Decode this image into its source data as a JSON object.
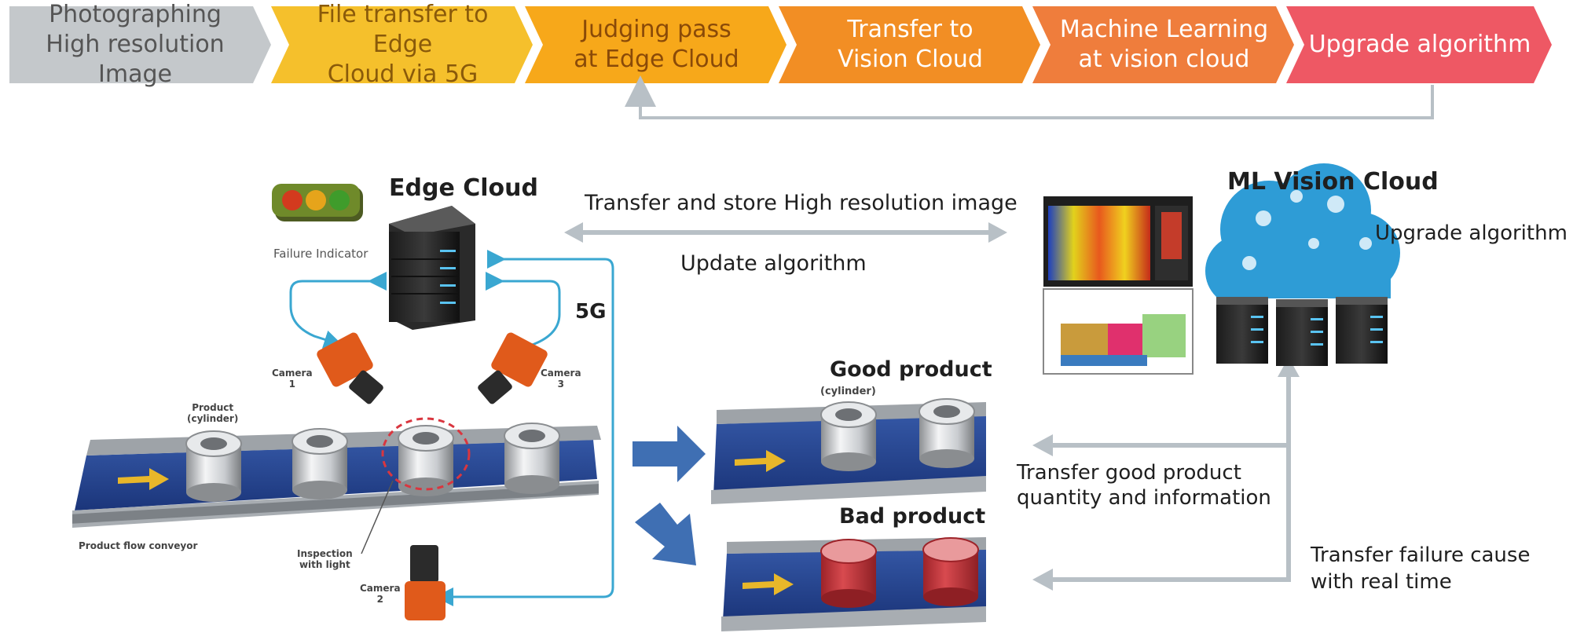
{
  "process_steps": [
    {
      "label": "Photographing\nHigh resolution Image",
      "color": "#c4c8cb",
      "text_color": "#555555"
    },
    {
      "label": "File transfer to Edge\nCloud via 5G",
      "color": "#f5c02c",
      "text_color": "#8a5a0a"
    },
    {
      "label": "Judging pass\nat Edge Cloud",
      "color": "#f7a81a",
      "text_color": "#8a4a08"
    },
    {
      "label": "Transfer to\nVision Cloud",
      "color": "#f28e24",
      "text_color": "#ffffff"
    },
    {
      "label": "Machine Learning\nat vision cloud",
      "color": "#ef7d3c",
      "text_color": "#ffffff"
    },
    {
      "label": "Upgrade algorithm",
      "color": "#ee5864",
      "text_color": "#ffffff"
    }
  ],
  "edge": {
    "title": "Edge Cloud",
    "failure_indicator": "Failure Indicator",
    "network_label": "5G",
    "camera_1": "Camera\n1",
    "camera_2": "Camera\n2",
    "camera_3": "Camera\n3",
    "product_label": "Product\n(cylinder)",
    "conveyor_label": "Product flow conveyor",
    "inspection_label": "Inspection\nwith light"
  },
  "ml_cloud": {
    "title": "ML Vision Cloud",
    "upgrade_label": "Upgrade algorithm"
  },
  "transfers": {
    "store_image": "Transfer and store High resolution image",
    "update_algorithm": "Update algorithm",
    "good_info": "Transfer good product\nquantity and information",
    "failure_cause": "Transfer failure cause\nwith real time"
  },
  "outputs": {
    "good_title": "Good product",
    "good_sub": "(cylinder)",
    "bad_title": "Bad product"
  },
  "colors": {
    "connector_gray": "#b8c0c6",
    "cable_blue": "#3aa7d1",
    "belt_blue": "#27478f",
    "flow_arrow_blue": "#3f6fb3",
    "camera_orange": "#e05a1b",
    "bad_red": "#c9373d"
  }
}
